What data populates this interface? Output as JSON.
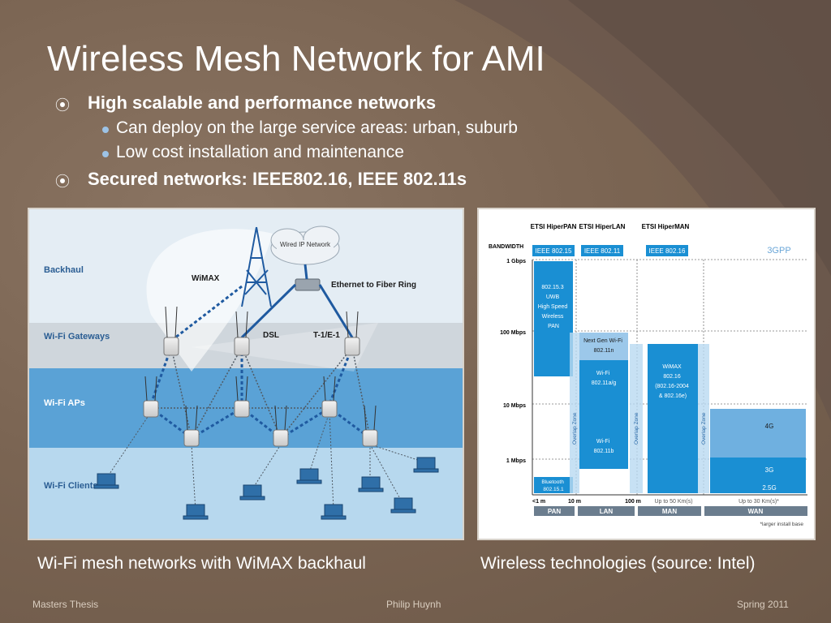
{
  "slide": {
    "title": "Wireless Mesh Network for AMI",
    "bullets": [
      {
        "text": "High scalable and performance networks",
        "sub": [
          "Can deploy on the large service areas: urban, suburb",
          "Low cost installation and maintenance"
        ]
      },
      {
        "text": "Secured networks: IEEE802.16, IEEE 802.11s",
        "sub": []
      }
    ],
    "captions": {
      "left": "Wi-Fi mesh networks with WiMAX backhaul",
      "right": "Wireless technologies (source: Intel)"
    },
    "footer": {
      "left": "Masters Thesis",
      "center": "Philip Huynh",
      "right": "Spring 2011"
    }
  },
  "mesh_diagram": {
    "layers": [
      "Backhaul",
      "Wi-Fi Gateways",
      "Wi-Fi APs",
      "Wi-Fi Clients"
    ],
    "cloud": "Wired IP Network",
    "labels": {
      "wimax": "WiMAX",
      "ethernet": "Ethernet to Fiber Ring",
      "dsl": "DSL",
      "t1": "T-1/E-1"
    }
  },
  "tech_chart": {
    "bandwidth_label": "BANDWIDTH",
    "columns": [
      {
        "std": "ETSI HiperPAN",
        "ieee": "IEEE 802.15"
      },
      {
        "std": "ETSI HiperLAN",
        "ieee": "IEEE 802.11"
      },
      {
        "std": "ETSI HiperMAN",
        "ieee": "IEEE 802.16"
      }
    ],
    "gpp": "3GPP",
    "y_ticks": [
      "1 Gbps",
      "100 Mbps",
      "10 Mbps",
      "1 Mbps"
    ],
    "blocks": {
      "uwb": [
        "802.15.3",
        "UWB",
        "High Speed",
        "Wireless",
        "PAN"
      ],
      "nextgen": [
        "Next Gen Wi-Fi",
        "802.11n"
      ],
      "wifi_ag": [
        "Wi-Fi",
        "802.11a/g"
      ],
      "wifi_b": [
        "Wi-Fi",
        "802.11b"
      ],
      "wimax": [
        "WiMAX",
        "802.16",
        "(802.16-2004",
        "& 802.16e)"
      ],
      "bluetooth": [
        "Bluetooth",
        "802.15.1"
      ],
      "g4": "4G",
      "g3": "3G",
      "g25": "2.5G"
    },
    "overlap": "Overlap Zone",
    "x_ticks": {
      "a": "<1 m",
      "b": "10 m",
      "c": "100 m",
      "d": "Up to 50 Km(s)",
      "e": "Up to 30 Km(s)*"
    },
    "x_categories": [
      "PAN",
      "LAN",
      "MAN",
      "WAN"
    ],
    "footnote": "*larger install base"
  }
}
